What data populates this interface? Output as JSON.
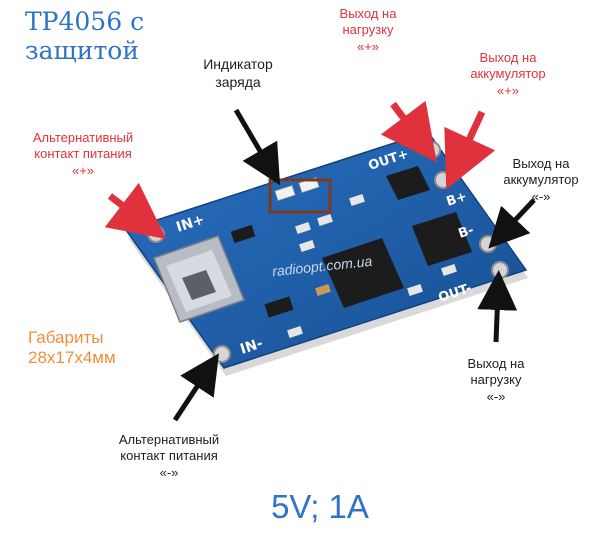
{
  "title_lines": [
    "TP4056 с",
    "защитой"
  ],
  "labels": {
    "out_plus_load": [
      "Выход на",
      "нагрузку",
      "«+»"
    ],
    "out_plus_batt": [
      "Выход на",
      "аккумулятор",
      "«+»"
    ],
    "charge_indicator": [
      "Индикатор",
      "заряда"
    ],
    "alt_power_plus": [
      "Альтернативный",
      "контакт питания",
      "«+»"
    ],
    "out_minus_batt": [
      "Выход на",
      "аккумулятор",
      "«-»"
    ],
    "out_minus_load": [
      "Выход на",
      "нагрузку",
      "«-»"
    ],
    "alt_power_minus": [
      "Альтернативный",
      "контакт питания",
      "«-»"
    ]
  },
  "dimensions_lines": [
    "Габариты",
    "28x17x4мм"
  ],
  "spec": "5V; 1A",
  "watermark": "radioopt.com.ua",
  "board_silk": {
    "in_plus": "IN+",
    "in_minus": "IN-",
    "out_plus": "OUT+",
    "out_minus": "OUT-",
    "b_plus": "B+",
    "b_minus": "B-"
  },
  "colors": {
    "board": "#1f5fa8",
    "red_arrow": "#e0323c",
    "title_blue": "#2f74c7",
    "dims_orange": "#ef8f3c",
    "indicator_box": "#7a3a22"
  }
}
